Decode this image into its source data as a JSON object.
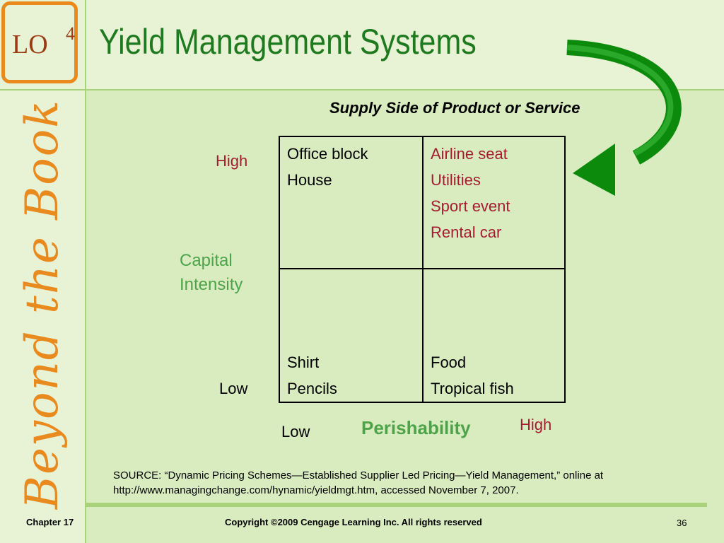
{
  "badge": {
    "text": "LO",
    "superscript": "4"
  },
  "sidebar": {
    "brand_text": "Beyond the Book"
  },
  "title": "Yield Management Systems",
  "supply_label": "Supply Side of Product or Service",
  "matrix": {
    "top_left": [
      "Office block",
      "House"
    ],
    "top_right": [
      "Airline seat",
      "Utilities",
      "Sport event",
      "Rental car"
    ],
    "bottom_left": [
      "Shirt",
      "Pencils"
    ],
    "bottom_right": [
      "Food",
      "Tropical fish"
    ]
  },
  "y_axis": {
    "high": "High",
    "title_line1": "Capital",
    "title_line2": "Intensity",
    "low": "Low"
  },
  "x_axis": {
    "low": "Low",
    "title": "Perishability",
    "high": "High"
  },
  "source": {
    "line1": "SOURCE:  “Dynamic Pricing Schemes—Established Supplier Led Pricing—Yield Management,” online at",
    "line2": "http://www.managingchange.com/hynamic/yieldmgt.htm, accessed November 7, 2007."
  },
  "footer": {
    "chapter": "Chapter 17",
    "copyright": "Copyright ©2009 Cengage Learning Inc.  All rights reserved",
    "page": "36"
  },
  "colors": {
    "title_green": "#1f7a1f",
    "accent_orange": "#e98a1e",
    "label_red": "#a51c30",
    "axis_green": "#4ea34a",
    "background": "#d9ecc0"
  }
}
